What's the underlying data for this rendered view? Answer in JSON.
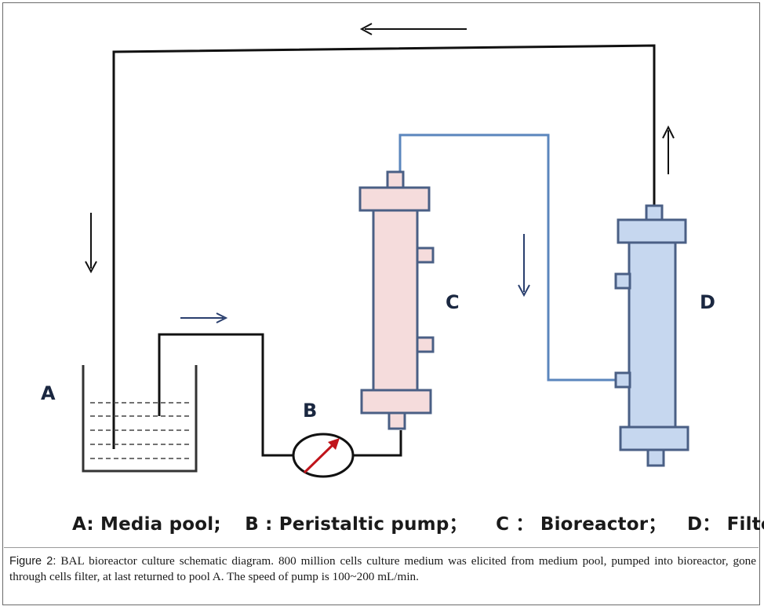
{
  "labels": {
    "a": "A",
    "b": "B",
    "c": "C",
    "d": "D"
  },
  "legend": {
    "a": "A: Media pool;",
    "b": "B : Peristaltic pump；",
    "c": "C ：  Bioreactor；",
    "d": "D：  Filter"
  },
  "caption": {
    "figure_label": "Figure 2:",
    "text": "BAL bioreactor culture schematic diagram. 800 million cells culture medium was elicited from medium pool, pumped into bioreactor, gone through cells filter, at last returned to pool A. The speed of pump is 100~200 mL/min."
  },
  "colors": {
    "black_line": "#111111",
    "blue_line": "#5b86bd",
    "bioreactor_fill": "#f5dcdc",
    "filter_fill": "#c6d7ef",
    "outline": "#4a5f85",
    "pump_arrow": "#c0141b",
    "flow_arrow_blue": "#2a3f6e"
  }
}
